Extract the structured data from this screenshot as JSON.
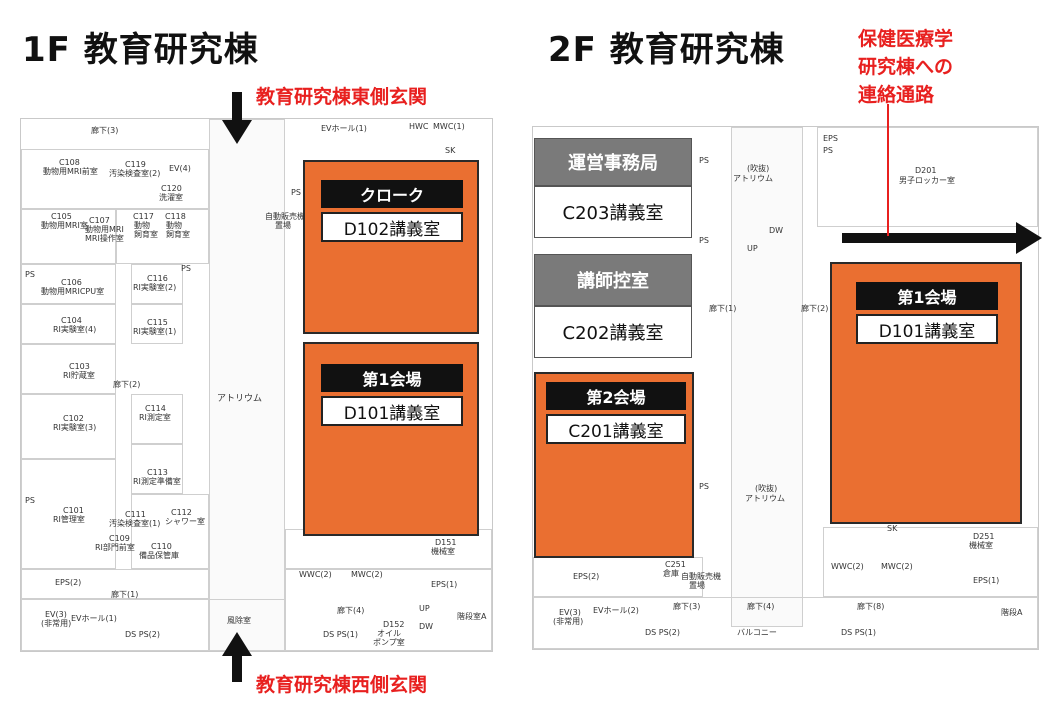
{
  "titles": {
    "floor1": "1F 教育研究棟",
    "floor2": "2F 教育研究棟"
  },
  "annotations": {
    "east_entrance": "教育研究棟東側玄関",
    "west_entrance": "教育研究棟西側玄関",
    "link_line1": "保健医療学",
    "link_line2": "研究棟への",
    "link_line3": "連絡通路"
  },
  "floor1": {
    "cloak": {
      "tag": "クローク",
      "room": "D102講義室"
    },
    "venue1": {
      "tag": "第1会場",
      "room": "D101講義室"
    },
    "labels": {
      "corridor3": "廊下(3)",
      "ev_hall1": "EVホール(1)",
      "hwc": "HWC",
      "mwc1": "MWC(1)",
      "sk": "SK",
      "c108": "C108",
      "c108b": "動物用MRI前室",
      "c119": "C119",
      "c119b": "汚染検査室(2)",
      "ev4": "EV(4)",
      "c120": "C120",
      "c120b": "洗濯室",
      "c105": "C105",
      "c105b": "動物用MRI室",
      "c107": "C107",
      "c107b": "動物用MRI",
      "c107c": "MRI操作室",
      "c117": "C117",
      "c117b": "動物",
      "c117c": "飼育室",
      "c118": "C118",
      "c118b": "動物",
      "c118c": "飼育室",
      "vending": "自動販売機",
      "vending2": "置場",
      "ps": "PS",
      "c106": "C106",
      "c106b": "動物用MRICPU室",
      "c116": "C116",
      "c116b": "RI実験室(2)",
      "c104": "C104",
      "c104b": "RI実験室(4)",
      "c115": "C115",
      "c115b": "RI実験室(1)",
      "c103": "C103",
      "c103b": "RI貯蔵室",
      "corridor2": "廊下(2)",
      "atrium": "アトリウム",
      "c102": "C102",
      "c102b": "RI実験室(3)",
      "c114": "C114",
      "c114b": "RI測定室",
      "c113": "C113",
      "c113b": "RI測定準備室",
      "c101": "C101",
      "c101b": "RI管理室",
      "c111": "C111",
      "c111b": "汚染検査室(1)",
      "c112": "C112",
      "c112b": "シャワー室",
      "c109": "C109",
      "c109b": "RI部門前室",
      "c110": "C110",
      "c110b": "備品保管庫",
      "d151": "D151",
      "d151b": "機械室",
      "eps2": "EPS(2)",
      "wwc2": "WWC(2)",
      "mwc2": "MWC(2)",
      "eps1": "EPS(1)",
      "corridor1": "廊下(1)",
      "corridor4": "廊下(4)",
      "ev3": "EV(3)",
      "ev3b": "(非常用)",
      "ev_hall1b": "EVホール(1)",
      "windroom": "風除室",
      "d152": "D152",
      "d152b": "オイル",
      "d152c": "ポンプ室",
      "up": "UP",
      "dw": "DW",
      "stairs": "階段室A",
      "dsps2": "DS PS(2)",
      "dsps1": "DS PS(1)"
    }
  },
  "floor2": {
    "office": "運営事務局",
    "c203": "C203講義室",
    "lecturers": "講師控室",
    "c202": "C202講義室",
    "venue2": {
      "tag": "第2会場",
      "room": "C201講義室"
    },
    "venue1": {
      "tag": "第1会場",
      "room": "D101講義室"
    },
    "labels": {
      "eps": "EPS",
      "ps": "PS",
      "atrium_top": "(吹抜)",
      "atrium_top2": "アトリウム",
      "d201": "D201",
      "d201b": "男子ロッカー室",
      "up": "UP",
      "dw": "DW",
      "corridor1": "廊下(1)",
      "corridor2": "廊下(2)",
      "atrium_mid": "(吹抜)",
      "atrium_mid2": "アトリウム",
      "sk": "SK",
      "d251": "D251",
      "d251b": "機械室",
      "c251": "C251",
      "c251b": "倉庫",
      "wwc2": "WWC(2)",
      "mwc2": "MWC(2)",
      "eps2": "EPS(2)",
      "eps1": "EPS(1)",
      "vending": "自動販売機",
      "vending2": "置場",
      "ev3": "EV(3)",
      "ev3b": "(非常用)",
      "ev_hall2": "EVホール(2)",
      "corridor3": "廊下(3)",
      "corridor4": "廊下(4)",
      "corridor8": "廊下(8)",
      "stairs": "階段A",
      "dsps2": "DS PS(2)",
      "dsps1": "DS PS(1)",
      "balcony": "バルコニー"
    }
  },
  "colors": {
    "venue": "#ea6f31",
    "red_text": "#e8201f",
    "grey_box": "#7a7a7a"
  }
}
